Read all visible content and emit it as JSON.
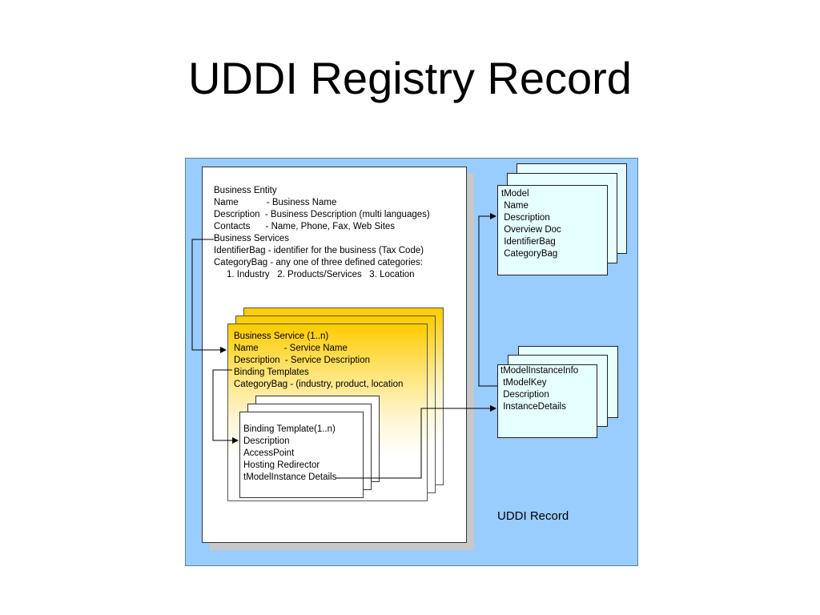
{
  "title": "UDDI Registry Record",
  "record_label": "UDDI Record",
  "business_entity": {
    "lines": [
      "Business Entity",
      "Name           - Business Name",
      "Description  - Business Description (multi languages)",
      "Contacts      - Name, Phone, Fax, Web Sites",
      "Business Services",
      "IdentifierBag - identifier for the business (Tax Code)",
      "CategoryBag - any one of three defined categories:",
      "     1. Industry   2. Products/Services   3. Location"
    ]
  },
  "business_service": {
    "lines": [
      "Business Service (1..n)",
      "Name          - Service Name",
      "Description  - Service Description",
      "Binding Templates",
      "CategoryBag - (industry, product, location"
    ]
  },
  "binding_template": {
    "lines": [
      "Binding Template(1..n)",
      "Description",
      "AccessPoint",
      "Hosting Redirector",
      "tModelInstance Details"
    ]
  },
  "tmodel": {
    "lines": [
      "tModel",
      " Name",
      " Description",
      " Overview Doc",
      " IdentifierBag",
      " CategoryBag"
    ]
  },
  "tmodel_instance_info": {
    "lines": [
      "tModelInstanceInfo",
      " tModelKey",
      " Description",
      " InstanceDetails"
    ]
  },
  "colors": {
    "panel": "#99ccff",
    "yellow_top": "#ffcc00",
    "yellow_bottom": "#ffffff",
    "cyan_box": "#e6ffff"
  }
}
